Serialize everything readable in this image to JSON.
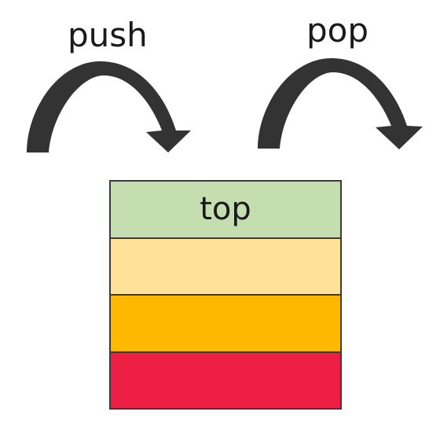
{
  "operations": {
    "push_label": "push",
    "pop_label": "pop"
  },
  "icons": {
    "push_arrow": "curved-arrow-icon",
    "pop_arrow": "curved-arrow-icon",
    "arrow_color": "#333333"
  },
  "stack": {
    "border_color": "#3a3a3a",
    "items": [
      {
        "label": "top",
        "color": "#c5deb0"
      },
      {
        "label": "",
        "color": "#ffe199"
      },
      {
        "label": "",
        "color": "#ffb800"
      },
      {
        "label": "",
        "color": "#ed1f45"
      }
    ]
  }
}
